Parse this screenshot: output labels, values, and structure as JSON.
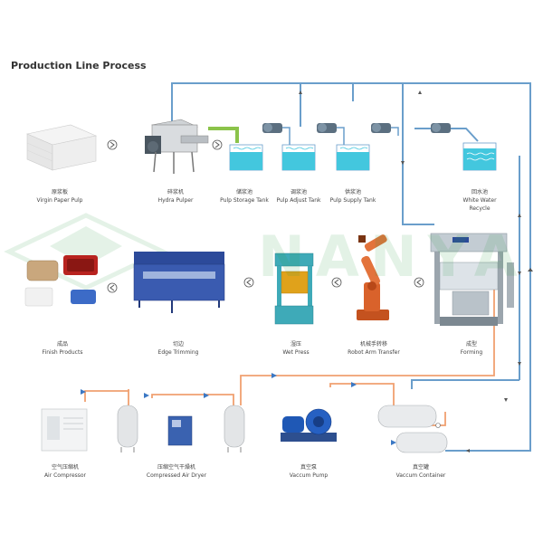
{
  "title": "Production Line Process",
  "watermark": "NANYA",
  "colors": {
    "water_pipe": "#6a9ecb",
    "air_pipe": "#f0a070",
    "tank_water": "#43c7de",
    "robot": "#d9622b",
    "machine_blue": "#2c4a9a",
    "machine_teal": "#3eaab8"
  },
  "stations": {
    "virgin_pulp": {
      "cn": "原浆板",
      "en": "Virgin Paper Pulp"
    },
    "hydra_pulper": {
      "cn": "碎浆机",
      "en": "Hydra Pulper"
    },
    "storage_tank": {
      "cn": "储浆池",
      "en": "Pulp Storage Tank"
    },
    "adjust_tank": {
      "cn": "调浆池",
      "en": "Pulp Adjust Tank"
    },
    "supply_tank": {
      "cn": "供浆池",
      "en": "Pulp Supply Tank"
    },
    "white_water": {
      "cn": "回水池",
      "en": "White Water",
      "en2": "Recycle"
    },
    "forming": {
      "cn": "成型",
      "en": "Forming"
    },
    "robot_arm": {
      "cn": "机械手转移",
      "en": "Robot Arm Transfer"
    },
    "wet_press": {
      "cn": "湿压",
      "en": "Wet Press"
    },
    "edge_trim": {
      "cn": "切边",
      "en": "Edge Trimming"
    },
    "finish": {
      "cn": "成品",
      "en": "Finish Products"
    },
    "air_comp": {
      "cn": "空气压缩机",
      "en": "Air Compressor"
    },
    "air_dryer": {
      "cn": "压缩空气干燥机",
      "en": "Compressed Air Dryer"
    },
    "vac_pump": {
      "cn": "真空泵",
      "en": "Vaccum Pump"
    },
    "vac_container": {
      "cn": "真空罐",
      "en": "Vaccum Container"
    }
  }
}
